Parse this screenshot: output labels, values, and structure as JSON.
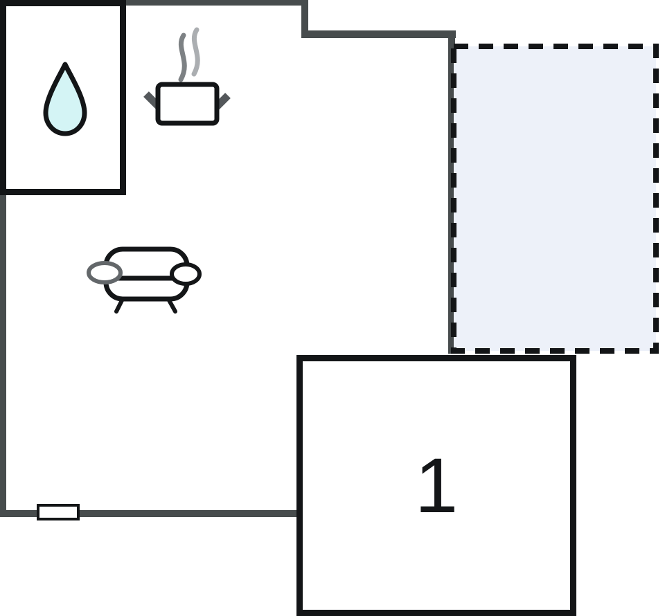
{
  "floor_plan": {
    "bedroom": {
      "label": "1"
    },
    "bathroom": {
      "icon": "water-drop-icon"
    },
    "kitchen": {
      "icon": "cooking-pot-icon",
      "steam_lines": 2
    },
    "living_room": {
      "icon": "sofa-icon"
    },
    "terrace": {
      "outline": "dashed"
    },
    "window": {
      "icon": "window-marker"
    }
  },
  "colors": {
    "background": "#ffffff",
    "wall_gray": "#474c4d",
    "room_border_black": "#131517",
    "terrace_fill": "#edf1f9",
    "drop_fill": "#d4f4f5",
    "steam_dark": "#7d8184",
    "steam_light": "#abaeb1",
    "handle_gray": "#54585b"
  }
}
